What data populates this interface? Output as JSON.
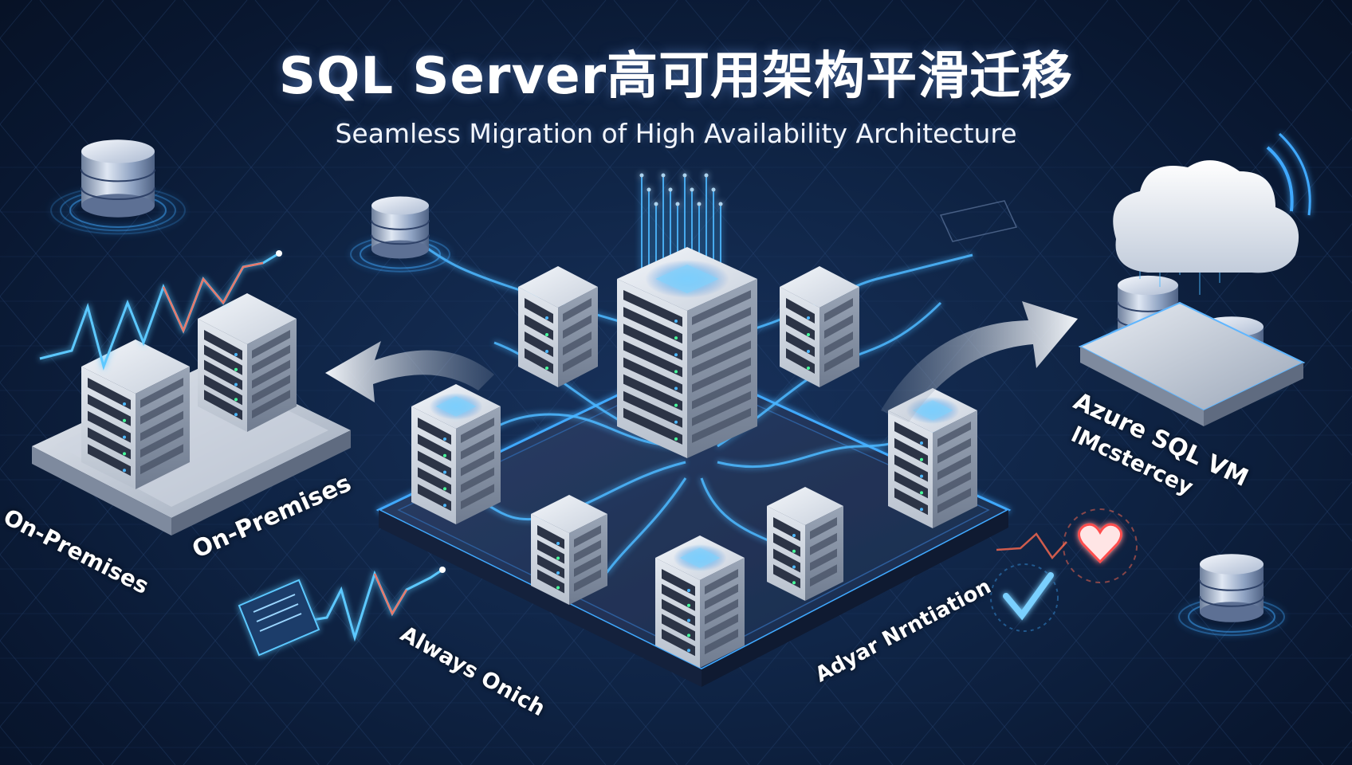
{
  "header": {
    "title": "SQL Server高可用架构平滑迁移",
    "subtitle": "Seamless Migration of High Availability Architecture"
  },
  "labels": {
    "on_premises_left": "On-Premises",
    "on_premises_right": "On-Premises",
    "always_on": "Always Onich",
    "adyar": "Adyar Nrntiation",
    "azure": "Azure SQL VM",
    "mastery": "lMcstercey"
  },
  "icons": {
    "database": "database-icon",
    "server": "server-icon",
    "cloud": "cloud-icon",
    "arrow": "curved-arrow-icon",
    "heart": "heart-icon",
    "check": "checkmark-icon",
    "pulse": "heartbeat-pulse-icon"
  },
  "colors": {
    "background": "#0f2445",
    "glow": "#3fa9ff",
    "accent": "#5cc8ff",
    "pulse_red": "#ff6a4f",
    "server_body": "#dfe4ec",
    "heart": "#ff5a5a"
  }
}
